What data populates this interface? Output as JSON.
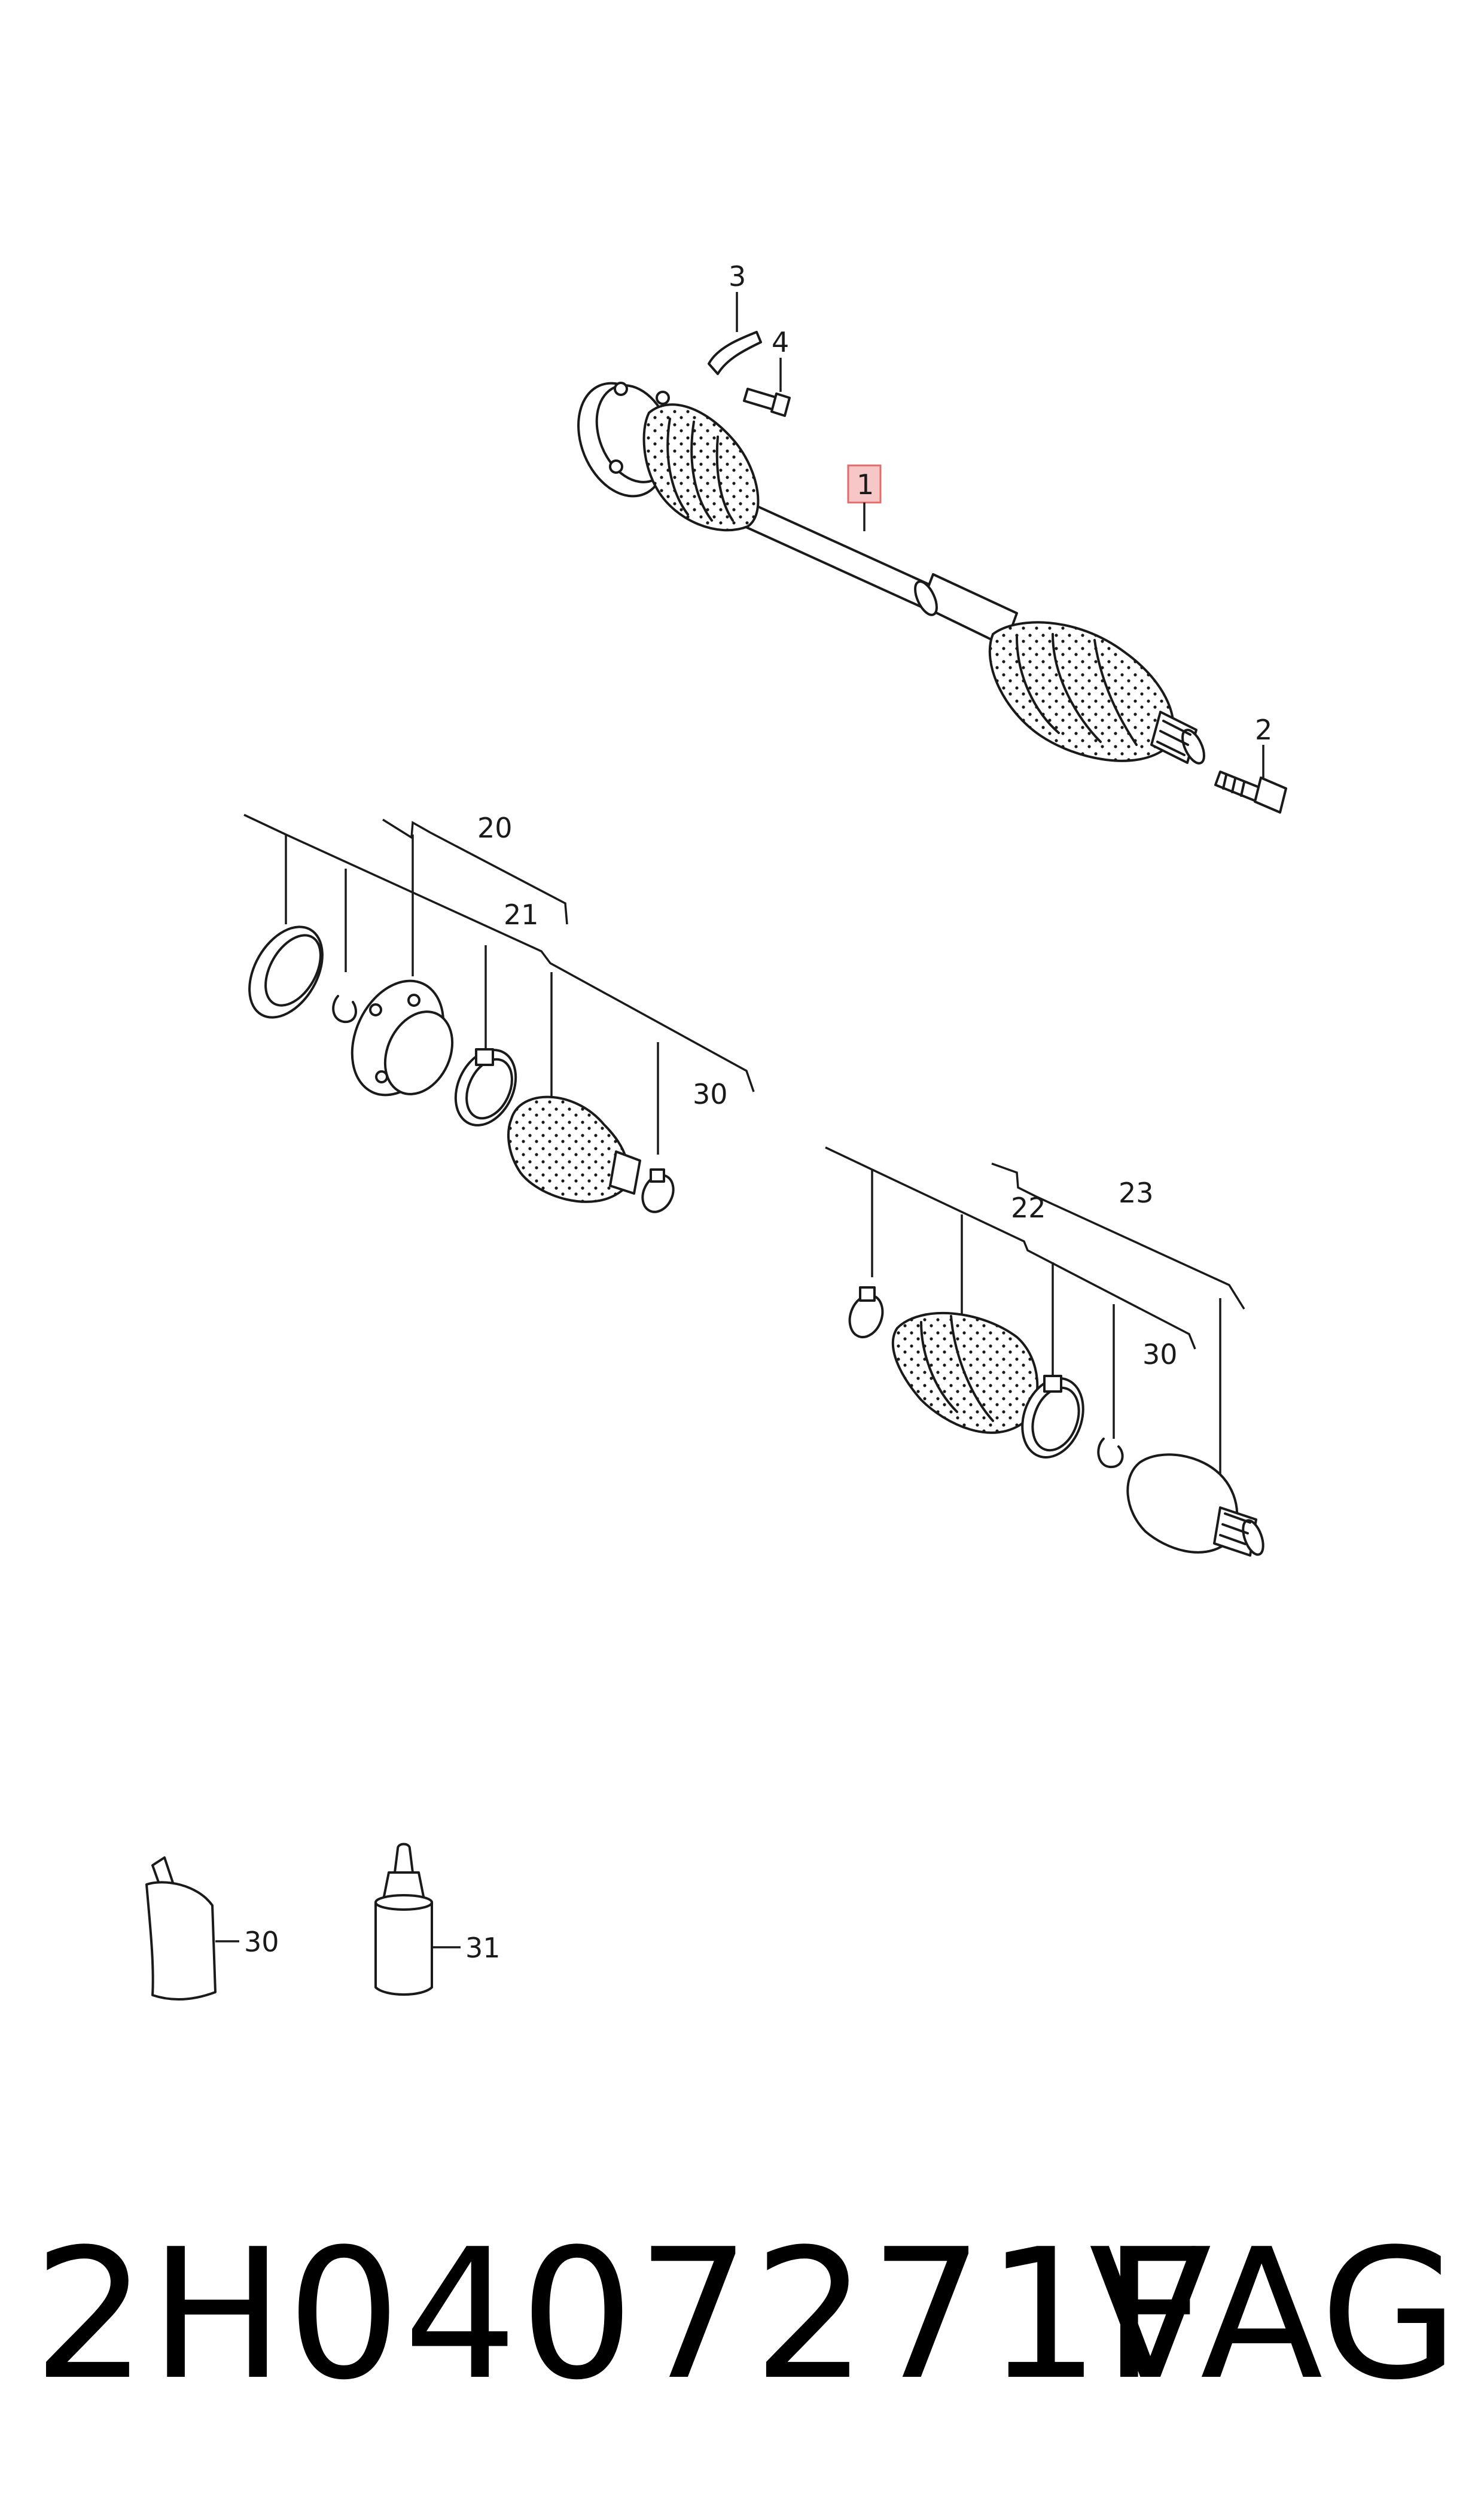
{
  "callouts": {
    "c1": "1",
    "c2": "2",
    "c3": "3",
    "c4": "4",
    "c20": "20",
    "c21": "21",
    "c22": "22",
    "c23": "23",
    "c30a": "30",
    "c30b": "30",
    "c30c": "30",
    "c31": "31"
  },
  "footer": {
    "part_number": "2H0407271F",
    "brand": "VAG"
  },
  "colors": {
    "highlight_box": "#f7c7c7",
    "highlight_border": "#e06c6c",
    "line": "#1a1a1a"
  }
}
